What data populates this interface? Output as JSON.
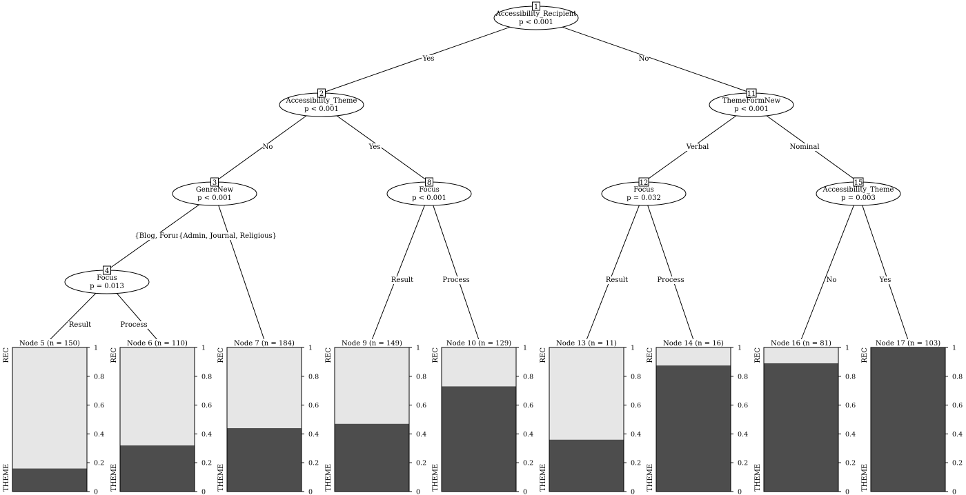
{
  "inner_nodes": [
    {
      "id": "1",
      "variable": "Accessibility_Recipient",
      "p": "p < 0.001"
    },
    {
      "id": "2",
      "variable": "Accessibility_Theme",
      "p": "p < 0.001"
    },
    {
      "id": "3",
      "variable": "GenreNew",
      "p": "p < 0.001"
    },
    {
      "id": "4",
      "variable": "Focus",
      "p": "p = 0.013"
    },
    {
      "id": "8",
      "variable": "Focus",
      "p": "p < 0.001"
    },
    {
      "id": "11",
      "variable": "ThemeFormNew",
      "p": "p < 0.001"
    },
    {
      "id": "12",
      "variable": "Focus",
      "p": "p = 0.032"
    },
    {
      "id": "15",
      "variable": "Accessibility_Theme",
      "p": "p = 0.003"
    }
  ],
  "edges": [
    {
      "from": "1",
      "to": "2",
      "label": "Yes"
    },
    {
      "from": "1",
      "to": "11",
      "label": "No"
    },
    {
      "from": "2",
      "to": "3",
      "label": "No"
    },
    {
      "from": "2",
      "to": "8",
      "label": "Yes"
    },
    {
      "from": "3",
      "to": "4",
      "label": "{Blog, Forum}"
    },
    {
      "from": "3",
      "to": "7",
      "label": "{Admin, Journal, Religious}"
    },
    {
      "from": "4",
      "to": "5",
      "label": "Result"
    },
    {
      "from": "4",
      "to": "6",
      "label": "Process"
    },
    {
      "from": "8",
      "to": "9",
      "label": "Result"
    },
    {
      "from": "8",
      "to": "10",
      "label": "Process"
    },
    {
      "from": "11",
      "to": "12",
      "label": "Verbal"
    },
    {
      "from": "11",
      "to": "15",
      "label": "Nominal"
    },
    {
      "from": "12",
      "to": "13",
      "label": "Result"
    },
    {
      "from": "12",
      "to": "14",
      "label": "Process"
    },
    {
      "from": "15",
      "to": "16",
      "label": "No"
    },
    {
      "from": "15",
      "to": "17",
      "label": "Yes"
    }
  ],
  "terminal_nodes": [
    {
      "id": "5",
      "title": "Node 5 (n = 150)",
      "theme": 0.16
    },
    {
      "id": "6",
      "title": "Node 6 (n = 110)",
      "theme": 0.32
    },
    {
      "id": "7",
      "title": "Node 7 (n = 184)",
      "theme": 0.44
    },
    {
      "id": "9",
      "title": "Node 9 (n = 149)",
      "theme": 0.47
    },
    {
      "id": "10",
      "title": "Node 10 (n = 129)",
      "theme": 0.73
    },
    {
      "id": "13",
      "title": "Node 13 (n = 11)",
      "theme": 0.36
    },
    {
      "id": "14",
      "title": "Node 14 (n = 16)",
      "theme": 0.875
    },
    {
      "id": "16",
      "title": "Node 16 (n = 81)",
      "theme": 0.89
    },
    {
      "id": "17",
      "title": "Node 17 (n = 103)",
      "theme": 1.0
    }
  ],
  "y_axis_ticks": [
    "0",
    "0.2",
    "0.4",
    "0.6",
    "0.8",
    "1"
  ],
  "class_labels": {
    "top": "REC",
    "bottom": "THEME"
  },
  "colors": {
    "rec": "#e6e6e6",
    "theme": "#4d4d4d",
    "line": "#000000"
  }
}
